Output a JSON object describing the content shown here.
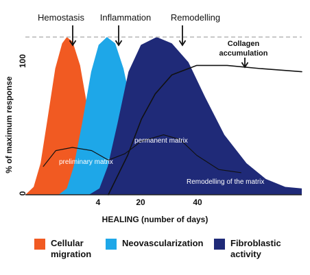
{
  "chart_data": {
    "type": "area",
    "title": "",
    "xlabel": "HEALING (number of days)",
    "ylabel": "% of maximum response",
    "x_ticks": [
      {
        "label": "4",
        "value": 4
      },
      {
        "label": "20",
        "value": 20
      },
      {
        "label": "40",
        "value": 40
      }
    ],
    "y_ticks": [
      {
        "label": "0",
        "value": 0
      },
      {
        "label": "100",
        "value": 100
      }
    ],
    "ylim": [
      0,
      120
    ],
    "grid": false,
    "legend_position": "bottom",
    "reference_line": {
      "y": 100,
      "style": "dashed"
    },
    "phase_labels": [
      {
        "text": "Hemostasis",
        "curve": "cellular"
      },
      {
        "text": "Inflammation",
        "curve": "neovascular"
      },
      {
        "text": "Remodelling",
        "curve": "fibroblastic"
      }
    ],
    "series": [
      {
        "name": "Cellular migration",
        "key": "cellular",
        "color": "#f15a22",
        "peak_position": 0.15,
        "peak": 100
      },
      {
        "name": "Neovascularization",
        "key": "neovascular",
        "color": "#1ea7e8",
        "peak_position": 0.295,
        "peak": 100
      },
      {
        "name": "Fibroblastic activity",
        "key": "fibroblastic",
        "color": "#1f2a78",
        "peak_position": 0.475,
        "peak": 100
      }
    ],
    "lines": [
      {
        "name": "Collagen accumulation",
        "style": "line",
        "approx_peak": 82
      },
      {
        "name": "preliminary matrix",
        "style": "line",
        "approx_peak": 30
      },
      {
        "name": "permanent matrix",
        "style": "line",
        "approx_peak": 38
      }
    ],
    "annotations": [
      {
        "text": "Collagen",
        "type": "label"
      },
      {
        "text": "accumulation",
        "type": "label"
      },
      {
        "text": "permanent matrix",
        "type": "label"
      },
      {
        "text": "preliminary matrix",
        "type": "label"
      },
      {
        "text": "Remodelling of the matrix",
        "type": "label"
      }
    ]
  },
  "legend": {
    "items": [
      {
        "label": "Cellular\nmigration",
        "color": "#f15a22"
      },
      {
        "label": "Neovascularization",
        "color": "#1ea7e8"
      },
      {
        "label": "Fibroblastic\nactivity",
        "color": "#1f2a78"
      }
    ]
  }
}
